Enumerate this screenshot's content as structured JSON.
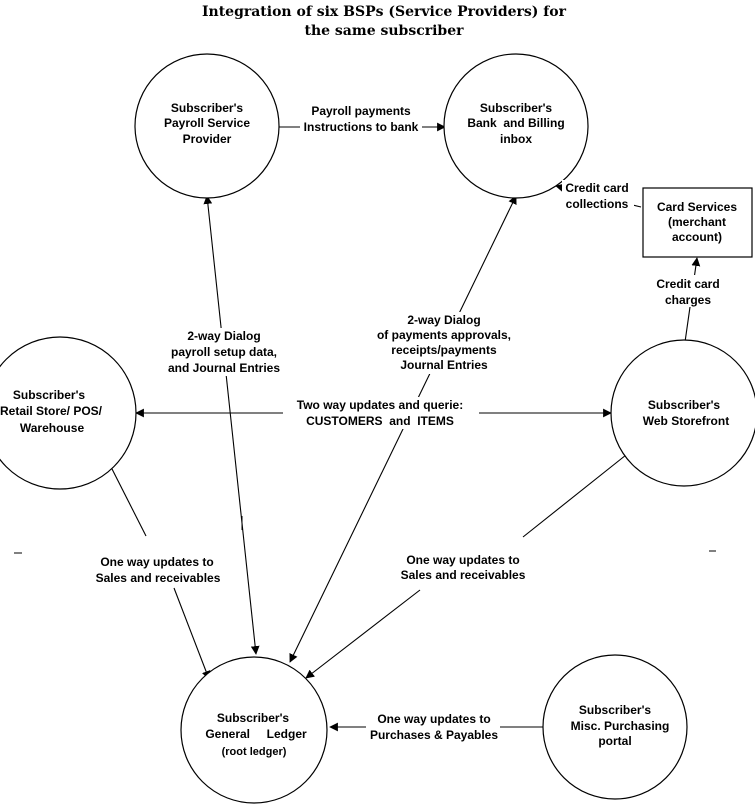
{
  "title": {
    "line1": "Integration of six BSPs (Service Providers) for",
    "line2": "the same subscriber"
  },
  "nodes": {
    "payroll": [
      "Subscriber's",
      "Payroll Service",
      "Provider"
    ],
    "bank": [
      "Subscriber's",
      "Bank  and Billing",
      "inbox"
    ],
    "card": [
      "Card Services",
      "(merchant",
      "account)"
    ],
    "retail": [
      "Subscriber's",
      "Retail Store/ POS/",
      "Warehouse"
    ],
    "web": [
      "Subscriber's",
      "Web Storefront"
    ],
    "ledger": [
      "Subscriber's",
      "General     Ledger",
      "(root ledger)"
    ],
    "purchasing": [
      "Subscriber's",
      "Misc. Purchasing",
      "portal"
    ]
  },
  "edges": {
    "payroll_to_bank": [
      "Payroll payments",
      "Instructions to bank"
    ],
    "card_to_bank": [
      "Credit card",
      "collections"
    ],
    "web_to_card": [
      "Credit card",
      "charges"
    ],
    "payroll_ledger": [
      "2-way Dialog",
      "payroll setup data,",
      "and Journal Entries"
    ],
    "bank_ledger": [
      "2-way Dialog",
      "of payments approvals,",
      "receipts/payments",
      "Journal Entries"
    ],
    "retail_web": [
      "Two way updates and querie:",
      "CUSTOMERS  and  ITEMS"
    ],
    "retail_ledger": [
      "One way updates to",
      "Sales and receivables"
    ],
    "web_ledger": [
      "One way updates to",
      "Sales and receivables"
    ],
    "purchasing_ledger": [
      "One way updates to",
      "Purchases & Payables"
    ]
  }
}
